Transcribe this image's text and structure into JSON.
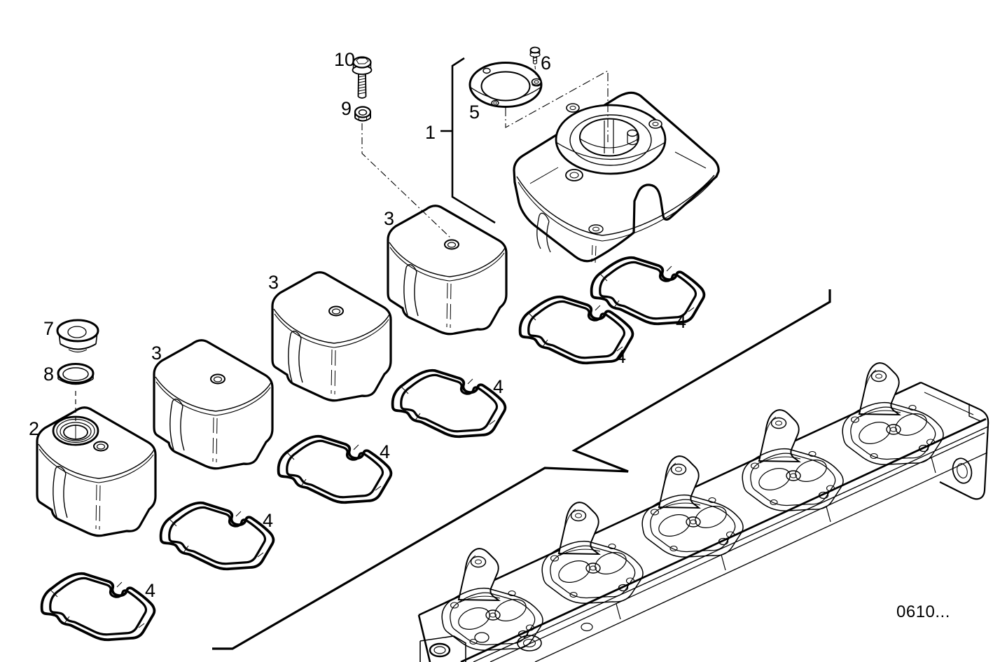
{
  "diagram": {
    "code": "0610...",
    "callouts": {
      "part1": "1",
      "part2": "2",
      "part3": "3",
      "part4": "4",
      "part5": "5",
      "part6": "6",
      "part7": "7",
      "part8": "8",
      "part9": "9",
      "part10": "10"
    },
    "colors": {
      "ink": "#000000",
      "paper": "#ffffff"
    }
  }
}
